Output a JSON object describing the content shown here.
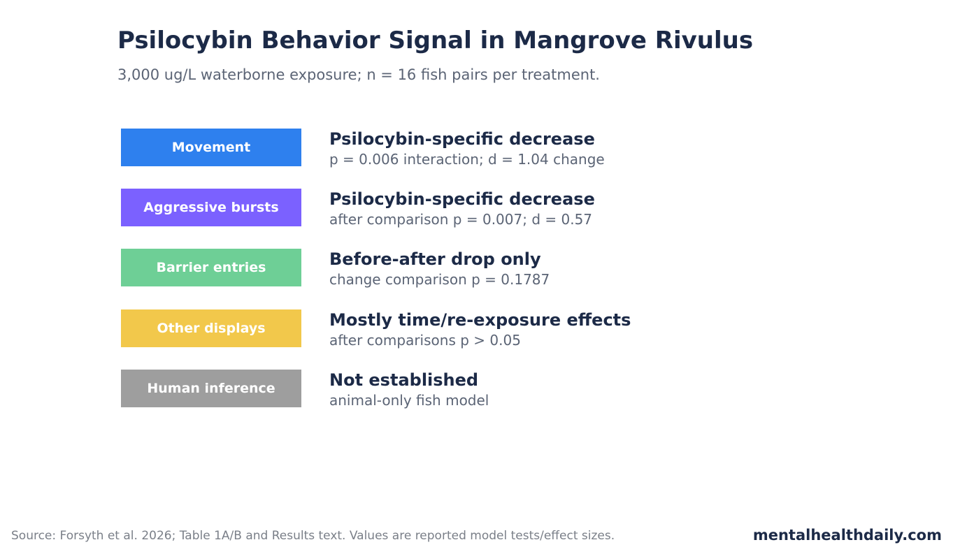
{
  "header": {
    "title": "Psilocybin Behavior Signal in Mangrove Rivulus",
    "subtitle": "3,000 ug/L waterborne exposure; n = 16 fish pairs per treatment."
  },
  "rows": [
    {
      "label": "Movement",
      "color": "#2e80ee",
      "headline": "Psilocybin-specific decrease",
      "detail": "p = 0.006 interaction; d = 1.04 change"
    },
    {
      "label": "Aggressive bursts",
      "color": "#7b61ff",
      "headline": "Psilocybin-specific decrease",
      "detail": "after comparison p = 0.007; d = 0.57"
    },
    {
      "label": "Barrier entries",
      "color": "#6ecf96",
      "headline": "Before-after drop only",
      "detail": "change comparison p = 0.1787"
    },
    {
      "label": "Other displays",
      "color": "#f2c84b",
      "headline": "Mostly time/re-exposure effects",
      "detail": "after comparisons p > 0.05"
    },
    {
      "label": "Human inference",
      "color": "#9e9e9e",
      "headline": "Not established",
      "detail": "animal-only fish model"
    }
  ],
  "footer": {
    "source": "Source: Forsyth et al. 2026; Table 1A/B and Results text. Values are reported model tests/effect sizes.",
    "brand": "mentalhealthdaily.com"
  }
}
